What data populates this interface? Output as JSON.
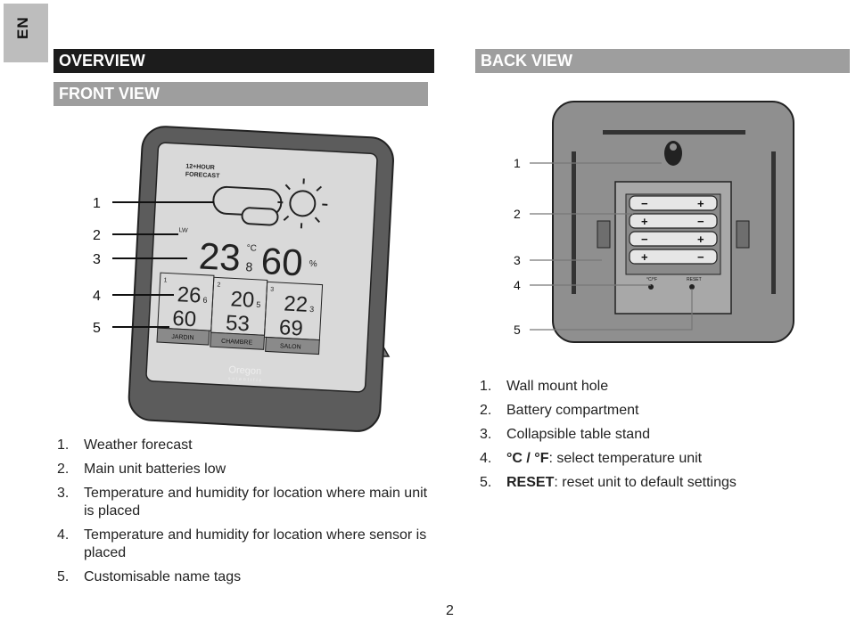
{
  "lang_tab": "EN",
  "overview_title": "OVERVIEW",
  "front_view_title": "FRONT VIEW",
  "back_view_title": "BACK VIEW",
  "front_callouts": [
    "1",
    "2",
    "3",
    "4",
    "5"
  ],
  "back_callouts": [
    "1",
    "2",
    "3",
    "4",
    "5"
  ],
  "device_screen": {
    "forecast_label_1": "12+HOUR",
    "forecast_label_2": "FORECAST",
    "low_battery_label": "LW",
    "main_temp": "23",
    "main_temp_decimal": "8",
    "main_temp_unit": "°C",
    "main_humidity": "60",
    "humidity_unit": "%",
    "channels": [
      {
        "id": "1",
        "temp": "26",
        "decimal": "6",
        "humidity": "60",
        "tag": "JARDIN"
      },
      {
        "id": "2",
        "temp": "20",
        "decimal": "5",
        "humidity": "53",
        "tag": "CHAMBRE"
      },
      {
        "id": "3",
        "temp": "22",
        "decimal": "3",
        "humidity": "69",
        "tag": "SALON"
      }
    ],
    "brand": "Oregon",
    "brand_sub": "scientific"
  },
  "back_labels": {
    "temp_switch": "°C/°F",
    "reset": "RESET"
  },
  "front_list": [
    {
      "num": "1.",
      "text": "Weather forecast"
    },
    {
      "num": "2.",
      "text": "Main unit batteries low"
    },
    {
      "num": "3.",
      "text": "Temperature and humidity for location where main unit is placed"
    },
    {
      "num": "4.",
      "text": "Temperature and humidity for location where sensor is placed"
    },
    {
      "num": "5.",
      "text": "Customisable name tags"
    }
  ],
  "back_list": [
    {
      "num": "1.",
      "bold": "",
      "text": "Wall mount hole"
    },
    {
      "num": "2.",
      "bold": "",
      "text": "Battery compartment"
    },
    {
      "num": "3.",
      "bold": "",
      "text": "Collapsible table stand"
    },
    {
      "num": "4.",
      "bold": "°C / °F",
      "text": ": select temperature unit"
    },
    {
      "num": "5.",
      "bold": "RESET",
      "text": ": reset unit to default settings"
    }
  ],
  "page_number": "2"
}
